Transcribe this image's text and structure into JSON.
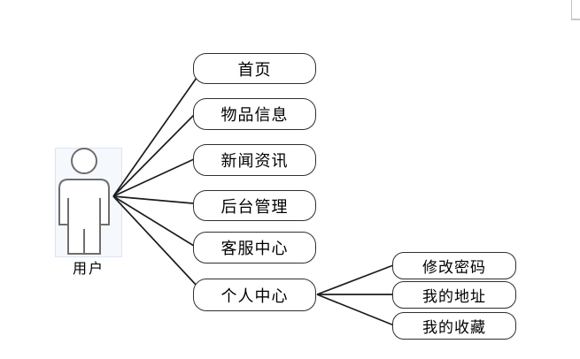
{
  "diagram": {
    "type": "use-case-diagram",
    "actor": {
      "id": "user",
      "label": "用户"
    },
    "nodes": [
      {
        "id": "home",
        "label": "首页"
      },
      {
        "id": "item-info",
        "label": "物品信息"
      },
      {
        "id": "news",
        "label": "新闻资讯"
      },
      {
        "id": "admin",
        "label": "后台管理"
      },
      {
        "id": "service-center",
        "label": "客服中心"
      },
      {
        "id": "personal-center",
        "label": "个人中心"
      },
      {
        "id": "change-password",
        "label": "修改密码"
      },
      {
        "id": "my-address",
        "label": "我的地址"
      },
      {
        "id": "my-favorites",
        "label": "我的收藏"
      }
    ],
    "edges": [
      {
        "from": "user",
        "to": "home"
      },
      {
        "from": "user",
        "to": "item-info"
      },
      {
        "from": "user",
        "to": "news"
      },
      {
        "from": "user",
        "to": "admin"
      },
      {
        "from": "user",
        "to": "service-center"
      },
      {
        "from": "user",
        "to": "personal-center"
      },
      {
        "from": "personal-center",
        "to": "change-password"
      },
      {
        "from": "personal-center",
        "to": "my-address"
      },
      {
        "from": "personal-center",
        "to": "my-favorites"
      }
    ]
  },
  "colors": {
    "background": "#ffffff",
    "edge_line": "#1c1c1c",
    "node_border": "#2f2f2f",
    "node_fill": "#ffffff",
    "actor_stroke": "#6e6e6e",
    "actor_panel_fill": "#f5f8fd",
    "corner_mark": "#c0c0c0"
  }
}
